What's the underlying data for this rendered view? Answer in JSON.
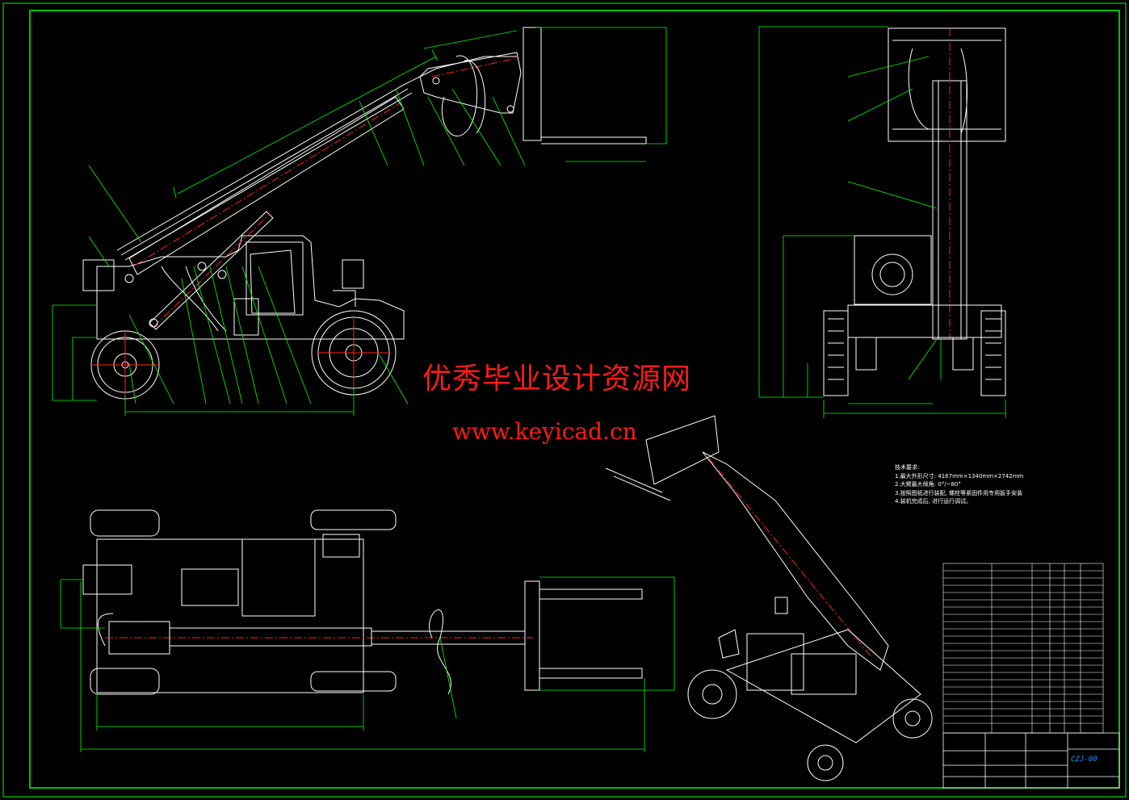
{
  "watermark": {
    "title": "优秀毕业设计资源网",
    "url": "www.keyicad.cn"
  },
  "technical_requirements": {
    "heading": "技术要求:",
    "items": [
      "1.最大外形尺寸: 4167mm×1340mm×2742mm",
      "2.大臂最大倾角: 0°/~80°",
      "3.按照图纸进行装配, 螺栓等紧固件用专用扳手安装",
      "4.装机完成后, 进行运行调试。"
    ]
  },
  "title_block": {
    "drawing_number": "CZJ-00"
  },
  "colors": {
    "background": "#000000",
    "frame": "#00ff00",
    "geometry": "#ffffff",
    "centerline": "#ff2020",
    "dimension": "#00ff00",
    "watermark": "#ff1a1a",
    "title_accent": "#1e90ff"
  }
}
